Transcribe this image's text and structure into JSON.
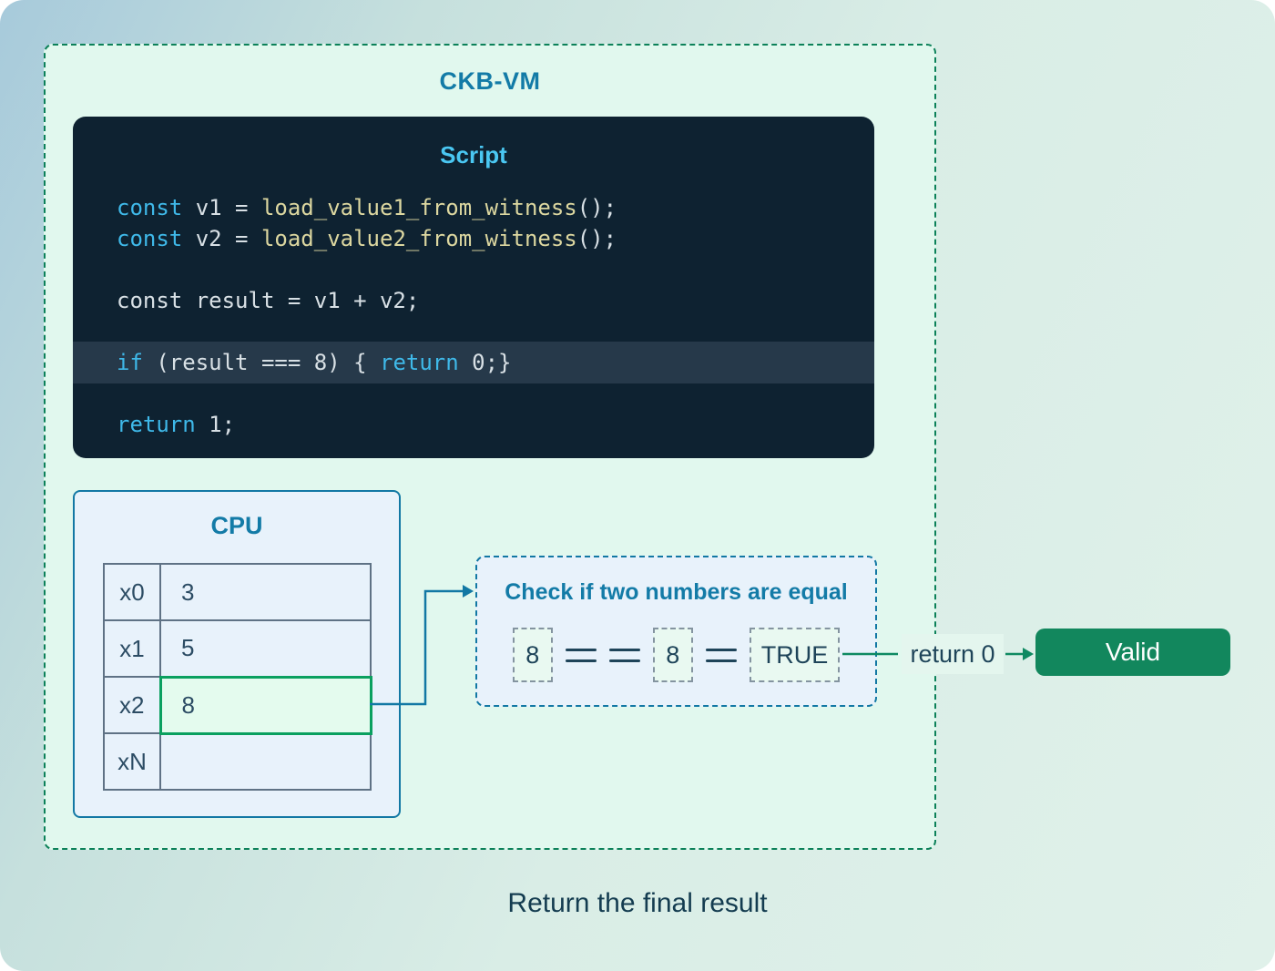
{
  "diagram": {
    "vm_label": "CKB-VM",
    "caption": "Return the final result"
  },
  "script_block": {
    "title": "Script",
    "lines": [
      {
        "highlight": false,
        "tokens": [
          [
            "kw",
            "const"
          ],
          [
            "pl",
            " v1 = "
          ],
          [
            "fn",
            "load_value1_from_witness"
          ],
          [
            "pl",
            "();"
          ]
        ]
      },
      {
        "highlight": false,
        "tokens": [
          [
            "kw",
            "const"
          ],
          [
            "pl",
            " v2 = "
          ],
          [
            "fn",
            "load_value2_from_witness"
          ],
          [
            "pl",
            "();"
          ]
        ]
      },
      {
        "highlight": false,
        "tokens": []
      },
      {
        "highlight": false,
        "tokens": [
          [
            "pl",
            "const result = v1 + v2;"
          ]
        ]
      },
      {
        "highlight": false,
        "tokens": []
      },
      {
        "highlight": true,
        "tokens": [
          [
            "kw",
            "if"
          ],
          [
            "pl",
            " (result === 8) { "
          ],
          [
            "kw",
            "return"
          ],
          [
            "pl",
            " 0;}"
          ]
        ]
      },
      {
        "highlight": false,
        "tokens": []
      },
      {
        "highlight": false,
        "tokens": [
          [
            "kw",
            "return"
          ],
          [
            "pl",
            " 1;"
          ]
        ]
      }
    ]
  },
  "cpu": {
    "title": "CPU",
    "registers": [
      {
        "name": "x0",
        "value": "3",
        "highlight": false
      },
      {
        "name": "x1",
        "value": "5",
        "highlight": false
      },
      {
        "name": "x2",
        "value": "8",
        "highlight": true
      },
      {
        "name": "xN",
        "value": "",
        "highlight": false
      }
    ]
  },
  "check": {
    "title": "Check if two numbers are equal",
    "expression": [
      {
        "type": "value",
        "text": "8"
      },
      {
        "type": "equals"
      },
      {
        "type": "equals"
      },
      {
        "type": "value",
        "text": "8"
      },
      {
        "type": "equals"
      },
      {
        "type": "value",
        "text": "TRUE"
      }
    ]
  },
  "flow": {
    "return_label": "return 0",
    "valid_label": "Valid"
  },
  "colors": {
    "vm_border_green": "#0C8159",
    "vm_bg_mint": "#E1F8EE",
    "heading_teal": "#137BA7",
    "code_bg": "#0E2231",
    "code_highlight_bg": "#26394A",
    "code_keyword": "#3FB9E9",
    "code_function": "#DCD7A0",
    "code_plain": "#D8E0E5",
    "panel_blue_bg": "#E8F2FB",
    "panel_blue_border": "#1278A4",
    "table_border_gray": "#5F7285",
    "register_highlight_bg": "#E4FBEE",
    "register_highlight_border": "#0AA05F",
    "dark_text": "#1E4459",
    "flow_green": "#0F8A62",
    "valid_bg": "#12875D",
    "valid_text": "#FFFFFF"
  }
}
